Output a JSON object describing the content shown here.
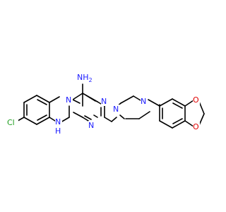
{
  "molecule": {
    "atoms": {
      "nh2": "NH",
      "nh2_sub": "2",
      "triazine_n_top_left": "N",
      "triazine_n_right": "N",
      "triazine_n_bottom": "N",
      "amine_n": "N",
      "amine_h": "H",
      "chlorine": "Cl",
      "piperazine_n1": "N",
      "piperazine_n4": "N",
      "dioxole_o_upper": "O",
      "dioxole_o_lower": "O"
    },
    "colors": {
      "bond": "#000000",
      "nitrogen": "#1a1aff",
      "oxygen": "#e00000",
      "chlorine": "#1f9e1f",
      "background": "#ffffff"
    }
  }
}
